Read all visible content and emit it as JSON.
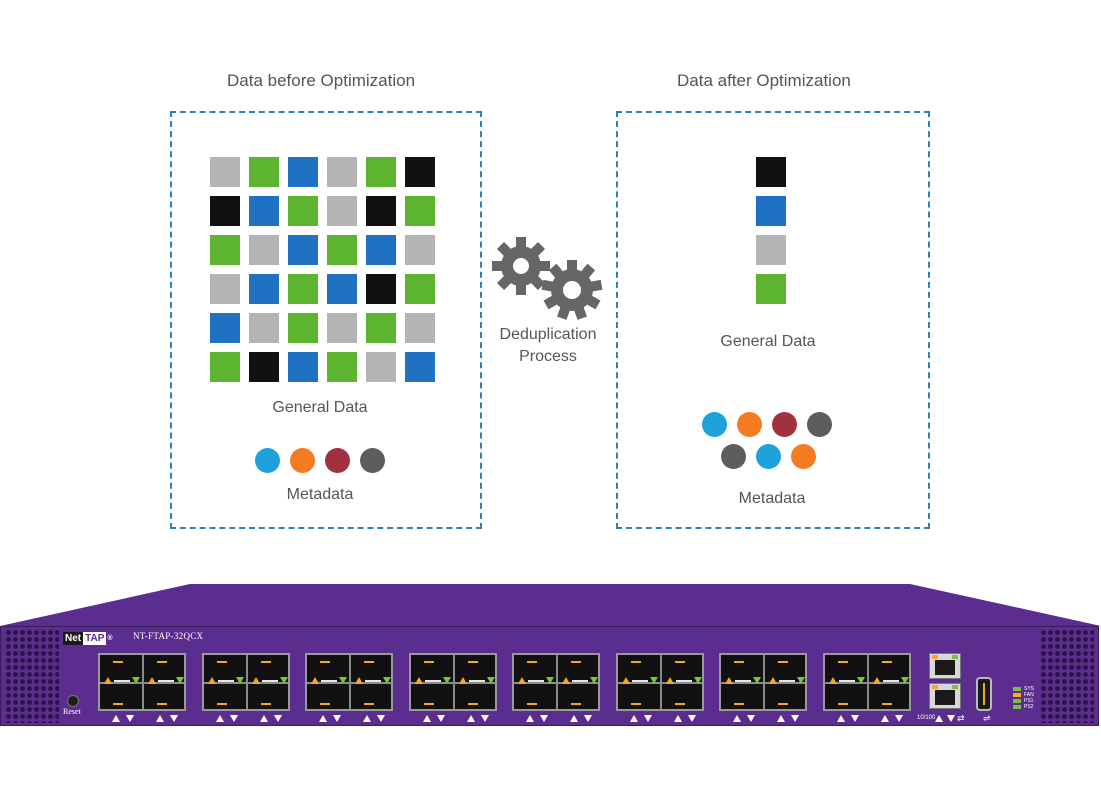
{
  "colors": {
    "gray": "#b4b4b4",
    "green": "#5db42f",
    "blue": "#1f72c3",
    "black": "#111111",
    "cyan": "#1ea2db",
    "orange": "#f57b20",
    "maroon": "#a23140",
    "darkgray": "#5d5d5d",
    "panel_border": "#2f7fb8",
    "device_purple": "#5b2d8e"
  },
  "before": {
    "title": "Data before Optimization",
    "general_label": "General Data",
    "metadata_label": "Metadata",
    "grid": [
      [
        "gray",
        "green",
        "blue",
        "gray",
        "green",
        "black"
      ],
      [
        "black",
        "blue",
        "green",
        "gray",
        "black",
        "green"
      ],
      [
        "green",
        "gray",
        "blue",
        "green",
        "blue",
        "gray"
      ],
      [
        "gray",
        "blue",
        "green",
        "blue",
        "black",
        "green"
      ],
      [
        "blue",
        "gray",
        "green",
        "gray",
        "green",
        "gray"
      ],
      [
        "green",
        "black",
        "blue",
        "green",
        "gray",
        "blue"
      ]
    ],
    "metadata": [
      "cyan",
      "orange",
      "maroon",
      "darkgray"
    ]
  },
  "process": {
    "icon": "gears-icon",
    "line1": "Deduplication",
    "line2": "Process"
  },
  "after": {
    "title": "Data after Optimization",
    "general_label": "General Data",
    "metadata_label": "Metadata",
    "column": [
      "black",
      "blue",
      "gray",
      "green"
    ],
    "metadata_row1": [
      "cyan",
      "orange",
      "maroon",
      "darkgray"
    ],
    "metadata_row2": [
      "darkgray",
      "cyan",
      "orange"
    ]
  },
  "device": {
    "brand_part1": "Net",
    "brand_part2": "TAP",
    "brand_mark": "®",
    "model": "NT-FTAP-32QCX",
    "reset_label": "Reset",
    "port_groups": 8,
    "mgmt_label": "10/100",
    "status_labels": [
      "SYS",
      "FAN",
      "PS1",
      "PS2"
    ]
  }
}
